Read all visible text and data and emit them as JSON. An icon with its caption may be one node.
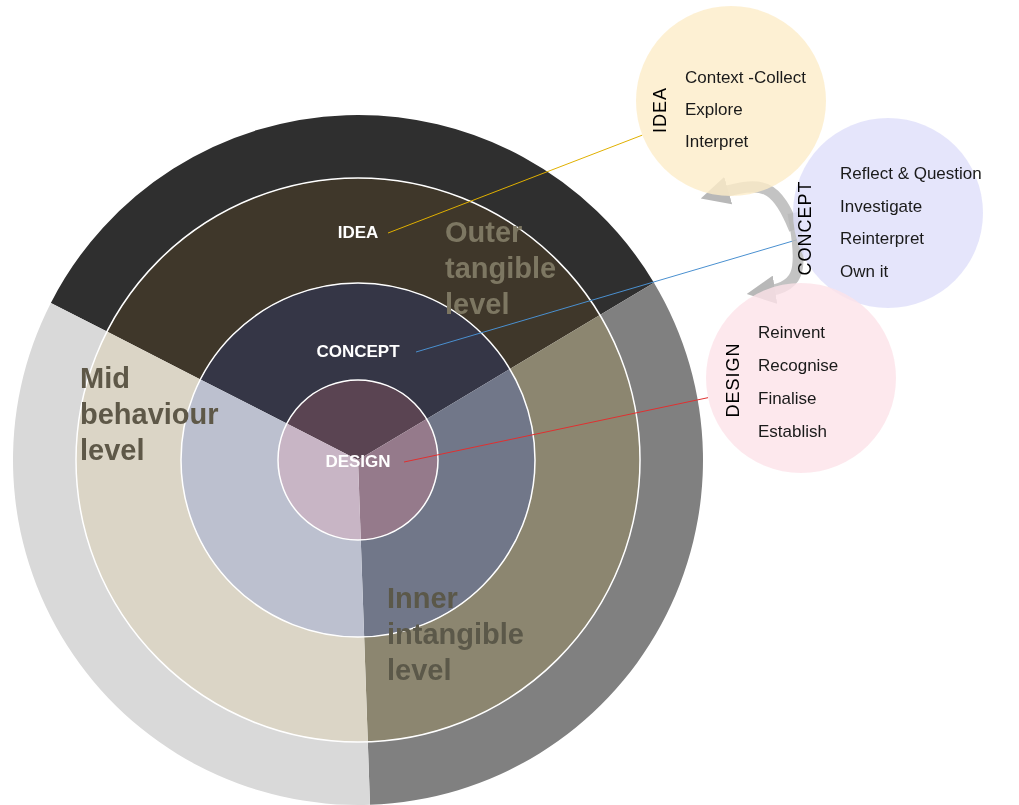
{
  "diagram": {
    "nodes": [
      {
        "text": [
          "IDEA"
        ]
      },
      {
        "text": [
          "CONCEPT"
        ]
      },
      {
        "text": [
          "DESIGN"
        ]
      },
      {
        "text": [
          "IDEA",
          "Context -Collect",
          "Explore",
          "Interpret"
        ]
      },
      {
        "text": [
          "CONCEPT",
          "Reflect & Question",
          "Investigate",
          "Reinterpret",
          "Own it"
        ]
      },
      {
        "text": [
          "DESIGN",
          "Reinvent",
          "Recognise",
          "Finalise",
          "Establish"
        ]
      }
    ],
    "edges": [
      {
        "from": 0,
        "to": 3,
        "arrow": "none",
        "color": "#e0b000"
      },
      {
        "from": 1,
        "to": 4,
        "arrow": "none",
        "color": "#4a90d0"
      },
      {
        "from": 2,
        "to": 5,
        "arrow": "none",
        "color": "#e03030"
      },
      {
        "from": 4,
        "to": 3,
        "arrow": "to",
        "style": "thick",
        "color": "#b8b8b8"
      },
      {
        "from": 4,
        "to": 5,
        "arrow": "to",
        "style": "thick",
        "color": "#b8b8b8"
      }
    ],
    "labels": [
      "Outer tangible level",
      "Mid behaviour level",
      "Inner intangible level"
    ]
  }
}
